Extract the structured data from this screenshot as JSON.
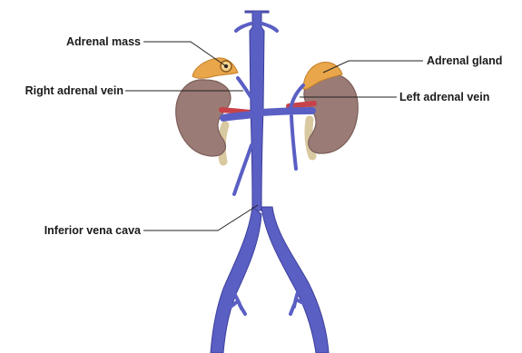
{
  "diagram": {
    "labels": {
      "adrenal_mass": "Adrenal mass",
      "right_adrenal_vein": "Right adrenal vein",
      "inferior_vena_cava": "Inferior vena cava",
      "adrenal_gland": "Adrenal gland",
      "left_adrenal_vein": "Left adrenal vein"
    },
    "colors": {
      "vein": "#5a5fc4",
      "vein_outline": "#3d3f9a",
      "kidney": "#9b7b76",
      "kidney_outline": "#7a5d58",
      "adrenal": "#e9a64a",
      "adrenal_outline": "#c27f2a",
      "renal_artery": "#c8424a",
      "ureter": "#d9c9a0",
      "leader_line": "#222222"
    }
  }
}
